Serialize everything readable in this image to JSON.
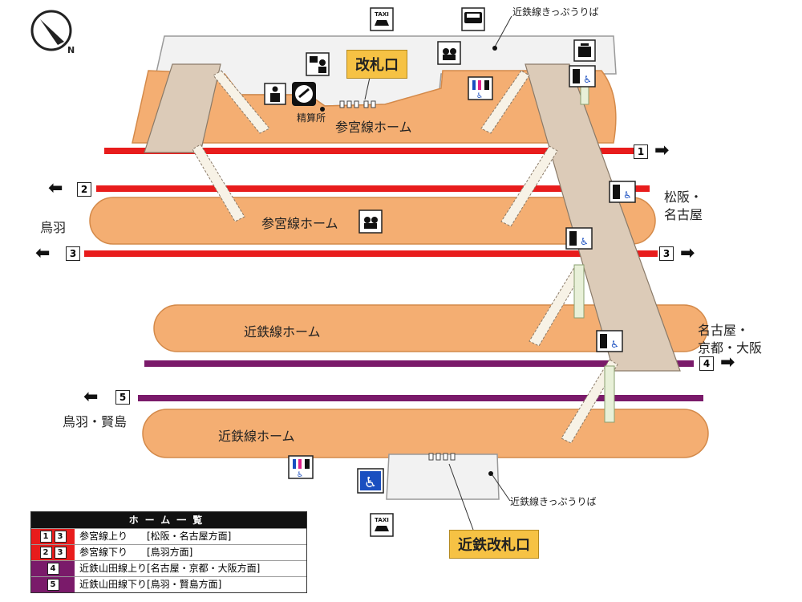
{
  "colors": {
    "platform_orange": "#f4ae72",
    "platform_edge": "#d48a4a",
    "concourse_gray": "#f2f2f2",
    "bridge_tan": "#dccbb8",
    "sangu_track": "#e81c1c",
    "kintetsu_track": "#7a1a6a",
    "callout_yellow": "#f6c244",
    "legend_header": "#111111"
  },
  "icons": {
    "compass": "compass-icon",
    "taxi": "taxi-icon",
    "bus": "bus-icon",
    "restroom": "restroom-icon",
    "wheelchair": "wheelchair-icon",
    "elevator": "elevator-icon",
    "escalator": "escalator-icon",
    "info": "information-icon",
    "telephone": "telephone-icon",
    "ticket_office": "ticket-office-icon",
    "coin_locker": "locker-icon"
  },
  "labels": {
    "jr_ticket_gate": "改札口",
    "kintetsu_ticket_gate": "近鉄改札口",
    "fare_adjustment": "精算所",
    "kintetsu_ticket_top": "近鉄線きっぷうりば",
    "kintetsu_ticket_bottom": "近鉄線きっぷうりば",
    "platform_sangu_1": "参宮線ホーム",
    "platform_sangu_2": "参宮線ホーム",
    "platform_kintetsu_1": "近鉄線ホーム",
    "platform_kintetsu_2": "近鉄線ホーム",
    "dest_toba": "鳥羽",
    "dest_matsusaka_l1": "松阪・",
    "dest_matsusaka_l2": "名古屋",
    "dest_nagoya_l1": "名古屋・",
    "dest_nagoya_l2": "京都・大阪",
    "dest_toba_kashikojima": "鳥羽・賢島"
  },
  "tracks": {
    "t1": "1",
    "t2": "2",
    "t3_left": "3",
    "t3_right": "3",
    "t4": "4",
    "t5": "5"
  },
  "legend": {
    "title": "ホーム一覧",
    "rows": [
      {
        "nums": [
          "1",
          "3"
        ],
        "color": "#e81c1c",
        "text": "参宮線上り　　[松阪・名古屋方面]"
      },
      {
        "nums": [
          "2",
          "3"
        ],
        "color": "#e81c1c",
        "text": "参宮線下り　　[鳥羽方面]"
      },
      {
        "nums": [
          "4"
        ],
        "color": "#7a1a6a",
        "text": "近鉄山田線上り[名古屋・京都・大阪方面]"
      },
      {
        "nums": [
          "5"
        ],
        "color": "#7a1a6a",
        "text": "近鉄山田線下り[鳥羽・賢島方面]"
      }
    ]
  }
}
